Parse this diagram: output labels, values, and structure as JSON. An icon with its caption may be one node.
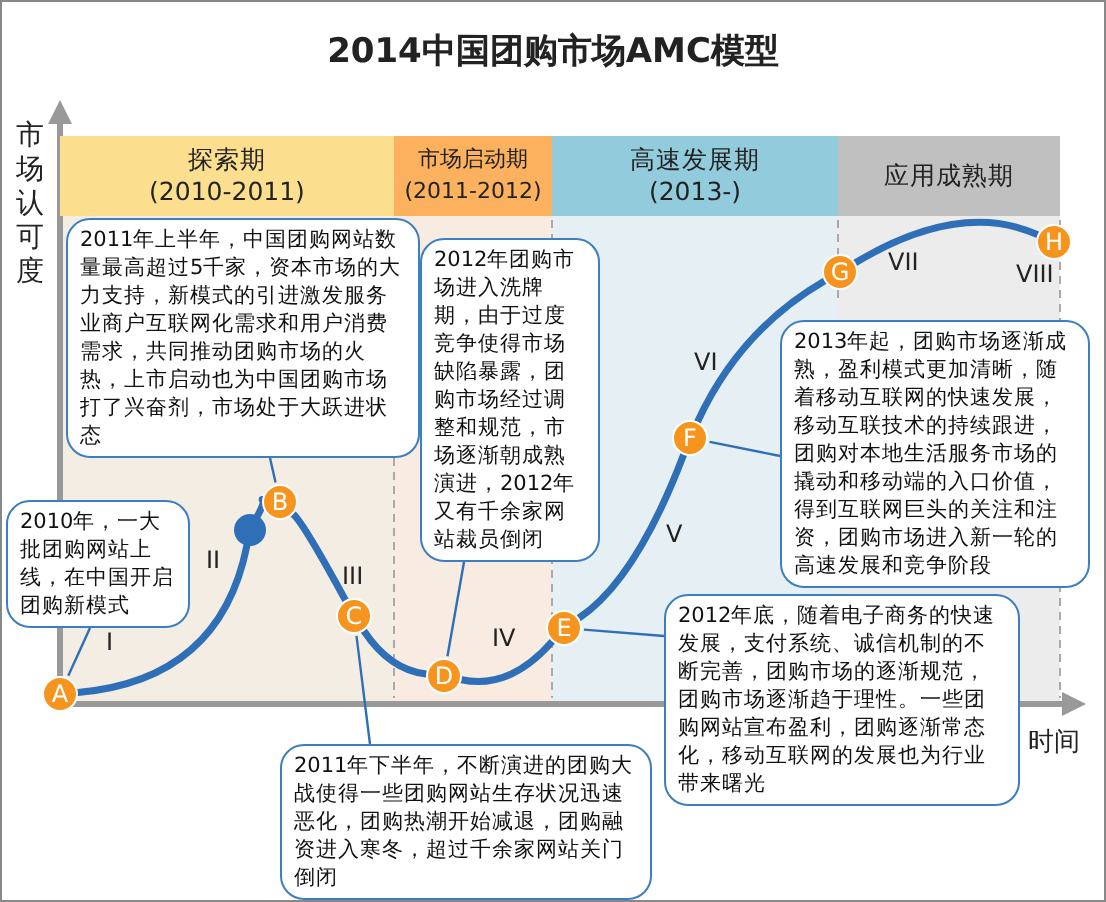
{
  "diagram": {
    "title": "2014中国团购市场AMC模型",
    "nodes": [
      {
        "text": [
          "探索期 (2010-2011)"
        ]
      },
      {
        "text": [
          "市场启动期 (2011-2012)"
        ]
      },
      {
        "text": [
          "高速发展期 (2013-)"
        ]
      },
      {
        "text": [
          "应用成熟期"
        ]
      },
      {
        "text": [
          "2011年上半年，中国团购网站数量最高超过5千家，资本市场的大力支持，新模式的引进激发服务业商户互联网化需求和用户消费需求，共同推动团购市场的火热，上市启动也为中国团购市场打了兴奋剂，市场处于大跃进状态"
        ]
      },
      {
        "text": [
          "2012年团购市场进入洗牌期，由于过度竞争使得市场缺陷暴露，团购市场经过调整和规范，市场逐渐朝成熟演进，2012年又有千余家网站裁员倒闭"
        ]
      },
      {
        "text": [
          "2013年起，团购市场逐渐成熟，盈利模式更加清晰，随着移动互联网的快速发展，移动互联技术的持续跟进，团购对本地生活服务市场的撬动和移动端的入口价值，得到互联网巨头的关注和注资，团购市场进入新一轮的高速发展和竞争阶段"
        ]
      },
      {
        "text": [
          "2010年，一大批团购网站上线，在中国开启团购新模式"
        ]
      },
      {
        "text": [
          "2012年底，随着电子商务的快速发展，支付系统、诚信机制的不断完善，团购市场的逐渐规范，团购市场逐渐趋于理性。一些团购网站宣布盈利，团购逐渐常态化，移动互联网的发展也为行业带来曙光"
        ]
      },
      {
        "text": [
          "2011年下半年，不断演进的团购大战使得一些团购网站生存状况迅速恶化，团购热潮开始减退，团购融资进入寒冬，超过千余家网站关门倒闭"
        ]
      },
      {
        "text": [
          "A"
        ]
      },
      {
        "text": [],
        "shape": "circle"
      },
      {
        "text": [
          "B"
        ]
      },
      {
        "text": [
          "C"
        ]
      },
      {
        "text": [
          "D"
        ]
      },
      {
        "text": [
          "E"
        ]
      },
      {
        "text": [
          "F"
        ]
      },
      {
        "text": [
          "G"
        ]
      },
      {
        "text": [
          "H"
        ]
      }
    ],
    "edges": [
      {
        "from": 10,
        "to": 11,
        "arrow": "none"
      },
      {
        "from": 11,
        "to": 12,
        "arrow": "none"
      },
      {
        "from": 12,
        "to": 13,
        "arrow": "none"
      },
      {
        "from": 13,
        "to": 14,
        "arrow": "none"
      },
      {
        "from": 14,
        "to": 15,
        "arrow": "none"
      },
      {
        "from": 15,
        "to": 16,
        "arrow": "none"
      },
      {
        "from": 16,
        "to": 17,
        "arrow": "none"
      },
      {
        "from": 17,
        "to": 18,
        "arrow": "none"
      },
      {
        "from": 7,
        "to": 10,
        "arrow": "none"
      },
      {
        "from": 4,
        "to": 12,
        "arrow": "none"
      },
      {
        "from": 5,
        "to": 14,
        "arrow": "none"
      },
      {
        "from": 9,
        "to": 13,
        "arrow": "none"
      },
      {
        "from": 8,
        "to": 15,
        "arrow": "none"
      },
      {
        "from": 6,
        "to": 16,
        "arrow": "none"
      }
    ],
    "labels": [
      "市场认可度",
      "I",
      "II",
      "III",
      "IV",
      "V",
      "VI",
      "VII",
      "VIII",
      "时间"
    ]
  }
}
